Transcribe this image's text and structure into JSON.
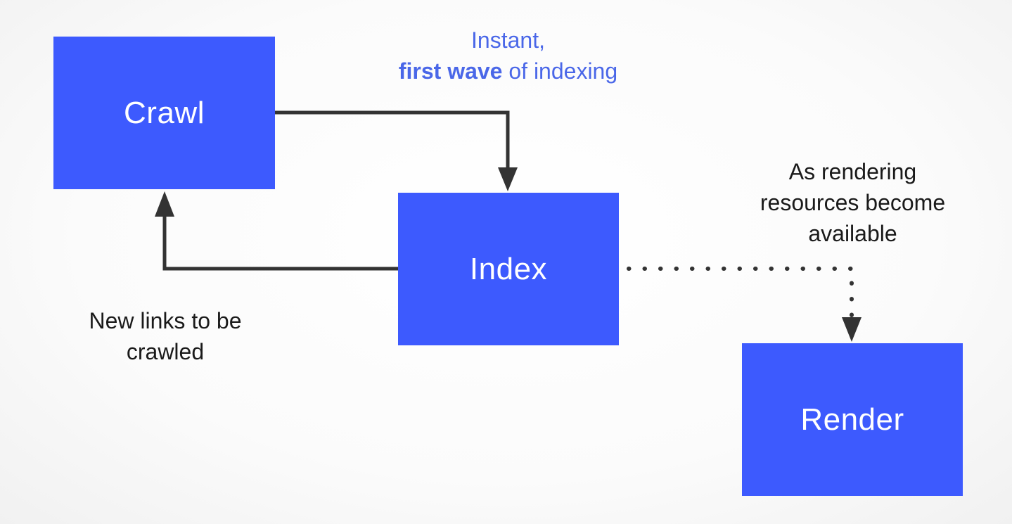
{
  "colors": {
    "box_fill": "#3d5afe",
    "accent_text": "#4a67e8",
    "connector": "#333333",
    "body_text": "#1a1a1a"
  },
  "nodes": {
    "crawl": "Crawl",
    "index": "Index",
    "render": "Render"
  },
  "labels": {
    "first_wave": {
      "line1": "Instant,",
      "bold": "first wave",
      "rest": " of indexing"
    },
    "new_links": {
      "line1": "New links to be",
      "line2": "crawled"
    },
    "rendering": {
      "line1": "As rendering",
      "line2": "resources become",
      "line3": "available"
    }
  }
}
